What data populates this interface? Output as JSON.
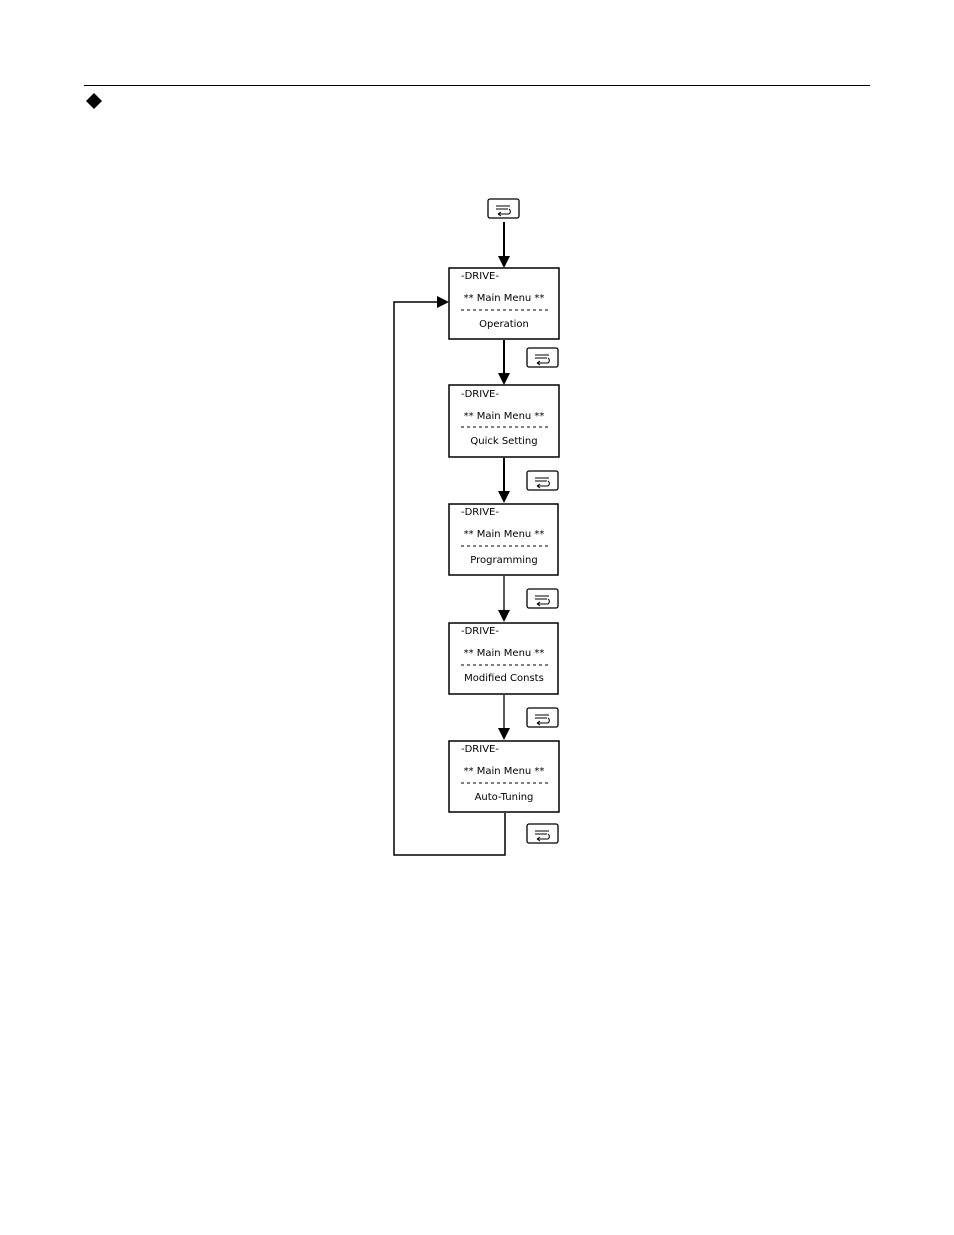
{
  "screens": [
    {
      "mode": "-DRIVE-",
      "title": "** Main Menu **",
      "item": "Operation"
    },
    {
      "mode": "-DRIVE-",
      "title": "** Main Menu **",
      "item": "Quick Setting"
    },
    {
      "mode": "-DRIVE-",
      "title": "** Main Menu **",
      "item": "Programming"
    },
    {
      "mode": "-DRIVE-",
      "title": "** Main Menu **",
      "item": "Modified Consts"
    },
    {
      "mode": "-DRIVE-",
      "title": "** Main Menu **",
      "item": "Auto-Tuning"
    }
  ],
  "key_icon": "esc-return-key-icon",
  "bullet_icon": "diamond-bullet-icon"
}
